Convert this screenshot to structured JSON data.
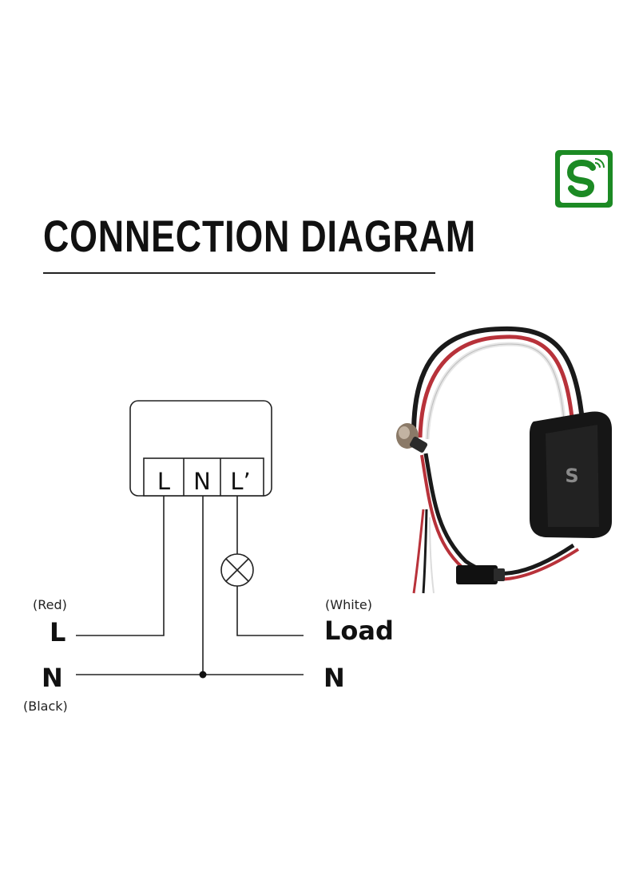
{
  "title": "CONNECTION DIAGRAM",
  "logo": {
    "icon": "smart-s-wireless-logo",
    "color": "#1c8a24"
  },
  "terminals": [
    "L",
    "N",
    "L’"
  ],
  "left_labels": {
    "l_note": "(Red)",
    "l_label": "L",
    "n_label": "N",
    "n_note": "(Black)"
  },
  "right_labels": {
    "load_note": "(White)",
    "load_label": "Load",
    "n_label": "N"
  },
  "device_photo": {
    "icon": "wired-switch-module"
  }
}
